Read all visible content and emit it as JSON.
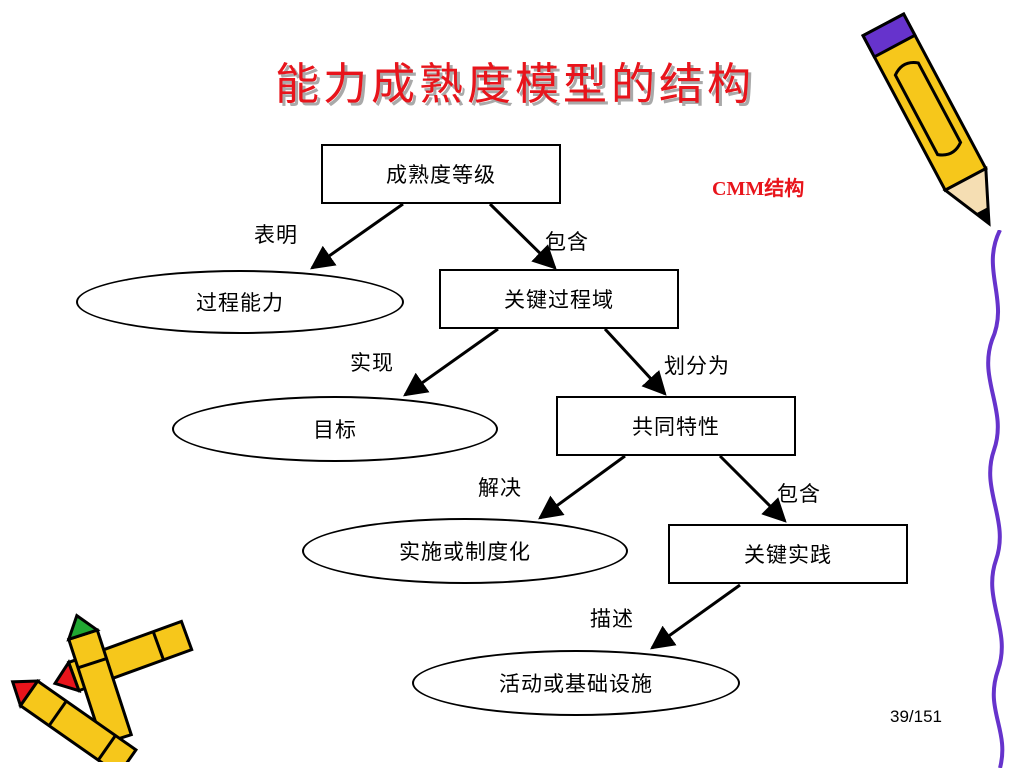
{
  "slide": {
    "title": "能力成熟度模型的结构",
    "tag": "CMM结构",
    "page_number": "39/151"
  },
  "diagram": {
    "nodes": {
      "maturity_levels": "成熟度等级",
      "process_capability": "过程能力",
      "key_process_areas": "关键过程域",
      "goals": "目标",
      "common_features": "共同特性",
      "implementation": "实施或制度化",
      "key_practices": "关键实践",
      "activities": "活动或基础设施"
    },
    "edges": {
      "indicates": "表明",
      "contains_1": "包含",
      "achieves": "实现",
      "divided_into": "划分为",
      "addresses": "解决",
      "contains_2": "包含",
      "describes": "描述"
    }
  },
  "decorations": [
    "pencil-icon",
    "crayons-icon",
    "wavy-border"
  ],
  "colors": {
    "title": "#e8141b",
    "tag": "#e8141b",
    "pencil_body": "#f6c71b",
    "crayon_tip": "#e8141b",
    "border_wave": "#6633cc"
  }
}
